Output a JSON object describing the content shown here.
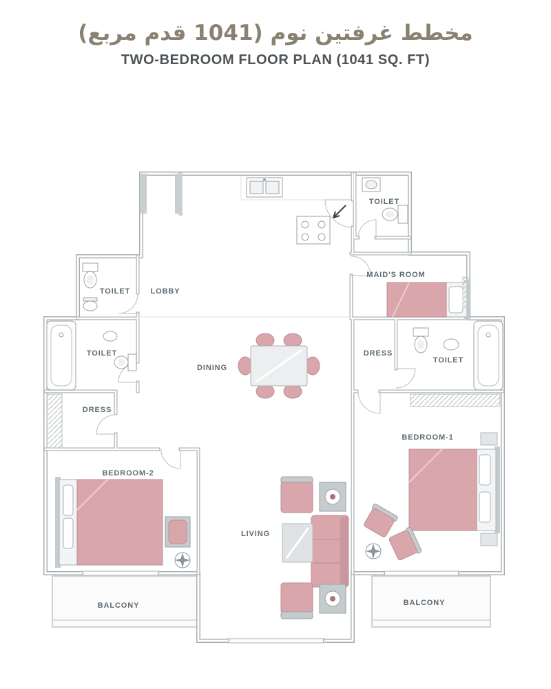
{
  "header": {
    "title_arabic": "مخطط غرفتين نوم (1041 قدم مربع)",
    "title_english": "TWO-BEDROOM FLOOR PLAN (1041 SQ. FT)"
  },
  "rooms": {
    "toilet_top": "TOILET",
    "maids_room": "MAID'S ROOM",
    "toilet_left_upper": "TOILET",
    "lobby": "LOBBY",
    "toilet_left_lower": "TOILET",
    "dining": "DINING",
    "dress_right": "DRESS",
    "toilet_right": "TOILET",
    "dress_left": "DRESS",
    "bedroom_1": "BEDROOM-1",
    "bedroom_2": "BEDROOM-2",
    "living": "LIVING",
    "balcony_left": "BALCONY",
    "balcony_right": "BALCONY"
  },
  "colors": {
    "furniture_pink": "#d9a6ac",
    "wall_gray": "#a8afb3",
    "label_gray": "#5d6a72",
    "title_taupe": "#8a8172",
    "subtitle_gray": "#4d5357"
  }
}
